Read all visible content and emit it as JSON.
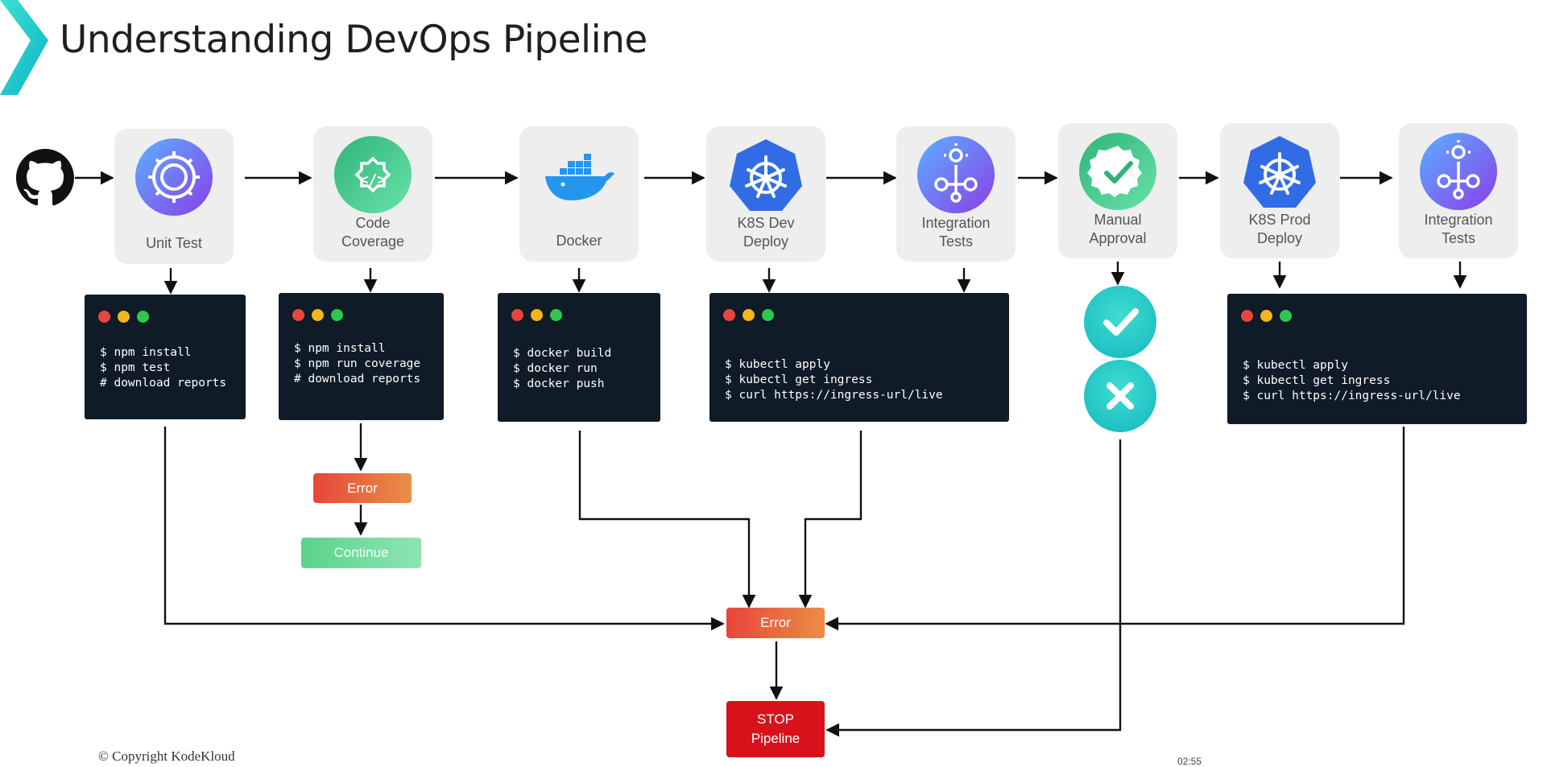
{
  "title": "Understanding DevOps Pipeline",
  "copyright": "© Copyright KodeKloud",
  "timestamp": "02:55",
  "colors": {
    "accent_teal": "#1fc3c9",
    "terminal_bg": "#0f1b26",
    "error_start": "#e8453c",
    "error_end": "#e98f45",
    "continue": "#5ad38c",
    "stop": "#d8121b"
  },
  "source": {
    "icon": "github-icon"
  },
  "stages": [
    {
      "label1": "Unit Test",
      "label2": "",
      "icon": "gear-icon"
    },
    {
      "label1": "Code",
      "label2": "Coverage",
      "icon": "code-icon"
    },
    {
      "label1": "Docker",
      "label2": "",
      "icon": "docker-icon"
    },
    {
      "label1": "K8S Dev",
      "label2": "Deploy",
      "icon": "kubernetes-icon"
    },
    {
      "label1": "Integration",
      "label2": "Tests",
      "icon": "integration-icon"
    },
    {
      "label1": "Manual",
      "label2": "Approval",
      "icon": "approval-badge-icon"
    },
    {
      "label1": "K8S Prod",
      "label2": "Deploy",
      "icon": "kubernetes-icon"
    },
    {
      "label1": "Integration",
      "label2": "Tests",
      "icon": "integration-icon"
    }
  ],
  "terminals": [
    {
      "lines": [
        "$ npm install",
        "$ npm test",
        "# download reports"
      ]
    },
    {
      "lines": [
        "$ npm install",
        "$ npm run coverage",
        "# download reports"
      ]
    },
    {
      "lines": [
        "$ docker build",
        "$ docker run",
        "$ docker push"
      ]
    },
    {
      "lines": [
        "$ kubectl apply",
        "$ kubectl get ingress",
        "$ curl https://ingress-url/live"
      ]
    },
    {
      "lines": [
        "$ kubectl apply",
        "$ kubectl get ingress",
        "$ curl https://ingress-url/live"
      ]
    }
  ],
  "approval": {
    "approve_icon": "check-icon",
    "reject_icon": "close-icon"
  },
  "coverage_branch": {
    "error": "Error",
    "continue": "Continue"
  },
  "main_error": "Error",
  "stop": {
    "line1": "STOP",
    "line2": "Pipeline"
  }
}
